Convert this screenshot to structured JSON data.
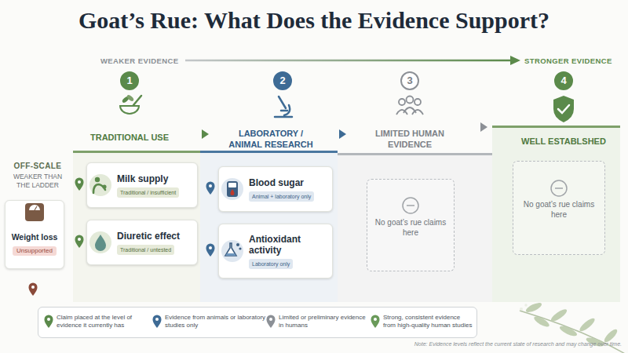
{
  "diagram": {
    "title": "Goat’s Rue: What Does the Evidence Support?",
    "nodes": [
      {
        "text": [
          "Weight loss",
          "Unsupported"
        ]
      },
      {
        "text": [
          "1",
          "TRADITIONAL USE"
        ]
      },
      {
        "text": [
          "Milk supply",
          "Traditional / insufficient"
        ],
        "in": 1
      },
      {
        "text": [
          "Diuretic effect",
          "Traditional / untested"
        ],
        "in": 1
      },
      {
        "text": [
          "2",
          "LABORATORY / ANIMAL RESEARCH"
        ]
      },
      {
        "text": [
          "Blood sugar",
          "Animal + laboratory only"
        ],
        "in": 4
      },
      {
        "text": [
          "Antioxidant activity",
          "Laboratory only"
        ],
        "in": 4
      },
      {
        "text": [
          "3",
          "LIMITED HUMAN EVIDENCE"
        ]
      },
      {
        "text": [
          "No goat’s rue claims here"
        ],
        "in": 7
      },
      {
        "text": [
          "4",
          "WELL ESTABLSHED"
        ]
      },
      {
        "text": [
          "No goat’s rue claims here"
        ],
        "in": 9
      }
    ],
    "labels": [
      "WEAKER EVIDENCE",
      "STRONGER EVIDENCE",
      "OFF-SCALE",
      "WEAKER THAN THE LADDER",
      "Note: Evidence levels reflect the current state of research and may change over time."
    ],
    "legend": [
      {
        "text": "Claim placed at the level of evidence it currently has"
      },
      {
        "text": "Evidence from animals or laboratory studies only"
      },
      {
        "text": "Limited or preliminary evidence in humans"
      },
      {
        "text": "Strong, consistent evidence from high-quality human studies"
      }
    ]
  }
}
